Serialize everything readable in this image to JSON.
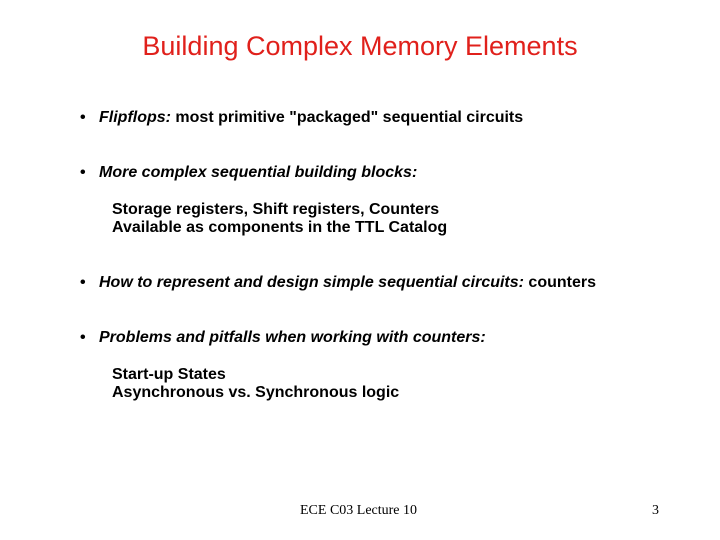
{
  "slide": {
    "title": "Building Complex Memory Elements",
    "bullet_symbol": "•",
    "bullets": [
      {
        "emph": "Flipflops:",
        "rest": " most primitive \"packaged\" sequential circuits"
      },
      {
        "emph": "More complex sequential building blocks:",
        "rest": ""
      },
      {
        "emph": "How to represent and design simple sequential circuits:",
        "rest": " counters"
      },
      {
        "emph": "Problems and pitfalls when working with counters:",
        "rest": ""
      }
    ],
    "sub_lines": [
      "Storage registers, Shift registers, Counters",
      "Available as components in the TTL Catalog",
      "Start-up States",
      "Asynchronous vs. Synchronous logic"
    ],
    "footer": {
      "center": "ECE C03 Lecture 10",
      "page_number": "3"
    }
  }
}
